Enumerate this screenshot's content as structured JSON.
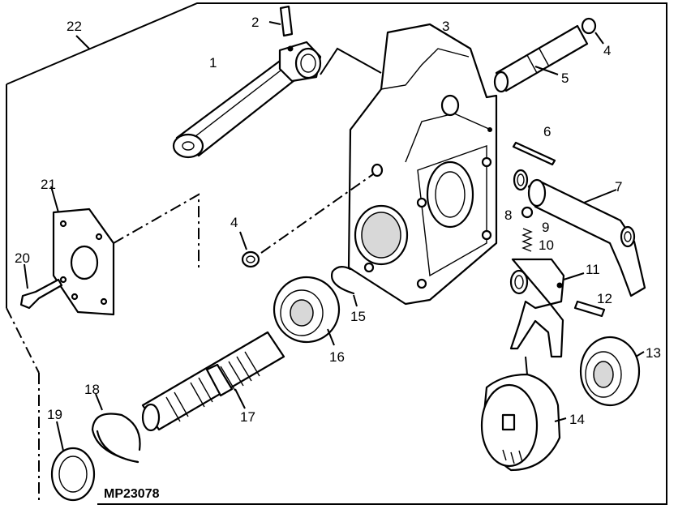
{
  "figure_id": "MP23078",
  "callouts": {
    "c1": "1",
    "c2": "2",
    "c3": "3",
    "c4a": "4",
    "c4b": "4",
    "c5": "5",
    "c6": "6",
    "c7": "7",
    "c8": "8",
    "c9": "9",
    "c10": "10",
    "c11": "11",
    "c12": "12",
    "c13": "13",
    "c14": "14",
    "c15": "15",
    "c16": "16",
    "c17": "17",
    "c18": "18",
    "c19": "19",
    "c20": "20",
    "c21": "21",
    "c22": "22"
  },
  "colors": {
    "line": "#000000",
    "background": "#ffffff",
    "shade": "#d8d8d8"
  }
}
